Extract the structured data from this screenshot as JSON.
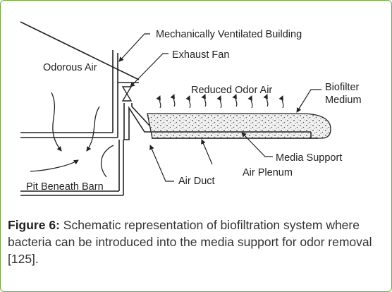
{
  "diagram": {
    "labels": {
      "building": "Mechanically Ventilated Building",
      "fan": "Exhaust Fan",
      "odorous_air": "Odorous Air",
      "reduced_air": "Reduced Odor Air",
      "biofilter_line1": "Biofilter",
      "biofilter_line2": "Medium",
      "media_support": "Media Support",
      "air_plenum": "Air Plenum",
      "air_duct": "Air Duct",
      "pit": "Pit Beneath Barn"
    }
  },
  "caption": {
    "label": "Figure 6:",
    "text": "Schematic representation of biofiltration system where bacteria can be introduced into the media support for odor removal [125]."
  },
  "colors": {
    "frame": "#6da93f",
    "ink": "#222222"
  }
}
